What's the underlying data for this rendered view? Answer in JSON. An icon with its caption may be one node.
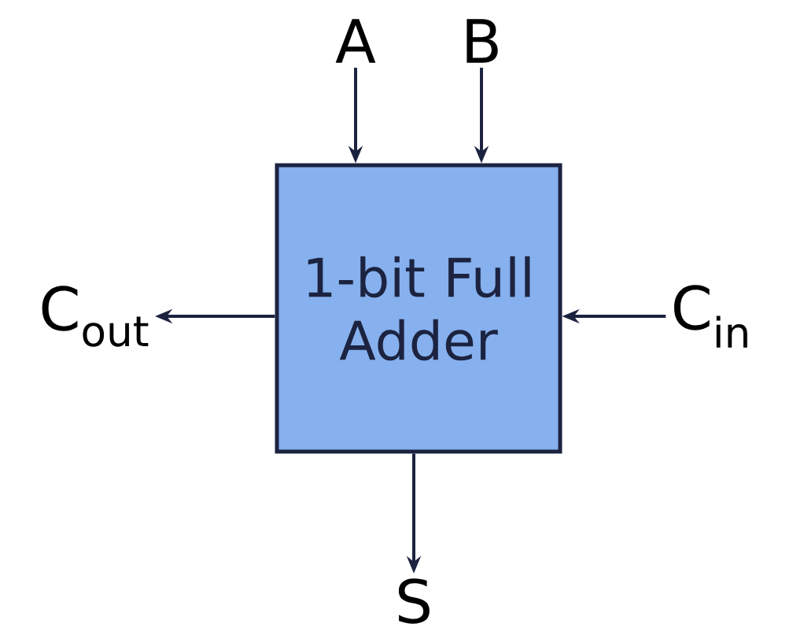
{
  "diagram": {
    "nodes": [
      {
        "text": [
          "1-bit Full Adder"
        ]
      },
      {
        "text": [
          "A"
        ]
      },
      {
        "text": [
          "B"
        ]
      },
      {
        "text": [
          "C$_{out}$"
        ]
      },
      {
        "text": [
          "C$_{in}$"
        ]
      },
      {
        "text": [
          "S"
        ]
      }
    ],
    "edges": [
      {
        "from": 1,
        "to": 0,
        "arrow": "to"
      },
      {
        "from": 2,
        "to": 0,
        "arrow": "to"
      },
      {
        "from": 4,
        "to": 0,
        "arrow": "to"
      },
      {
        "from": 0,
        "to": 3,
        "arrow": "to"
      },
      {
        "from": 0,
        "to": 5,
        "arrow": "to"
      }
    ]
  }
}
